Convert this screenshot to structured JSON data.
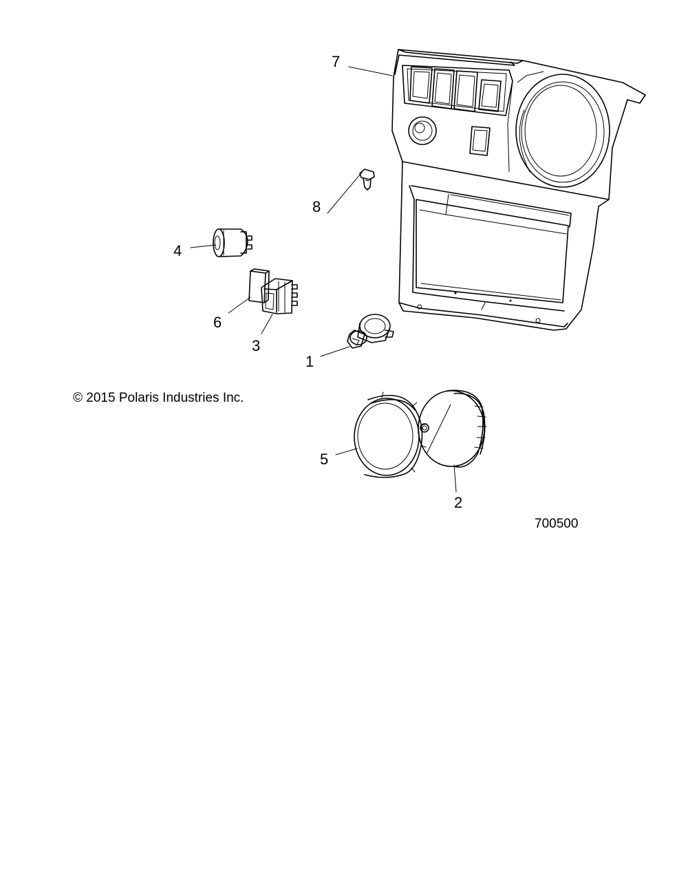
{
  "copyright": "© 2015 Polaris Industries Inc.",
  "drawing_number": "700500",
  "callouts": [
    {
      "id": "1",
      "part": "ignition-key-switch"
    },
    {
      "id": "2",
      "part": "gauge"
    },
    {
      "id": "3",
      "part": "rocker-switch"
    },
    {
      "id": "4",
      "part": "power-outlet"
    },
    {
      "id": "5",
      "part": "gauge-bezel-ring"
    },
    {
      "id": "6",
      "part": "switch-cover-plug"
    },
    {
      "id": "7",
      "part": "dash-panel"
    },
    {
      "id": "8",
      "part": "push-rivet"
    }
  ]
}
